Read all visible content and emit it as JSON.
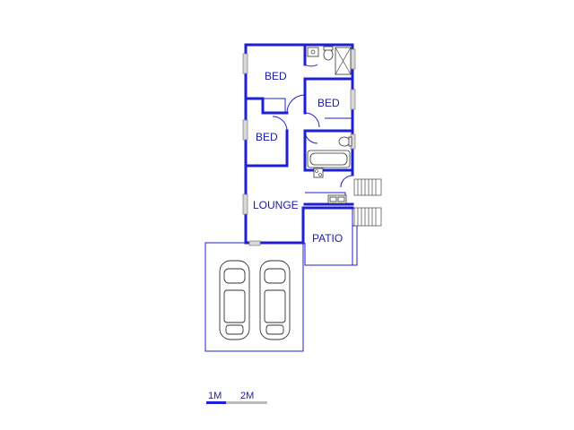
{
  "rooms": {
    "bed_1": "BED",
    "bed_2": "BED",
    "bed_3": "BED",
    "lounge": "LOUNGE",
    "patio": "PATIO"
  },
  "scale_bar": {
    "label_1": "1M",
    "label_2": "2M"
  },
  "colors": {
    "wall": "#1f1fd6",
    "text": "#1a1aa6",
    "fixture": "#333333"
  }
}
